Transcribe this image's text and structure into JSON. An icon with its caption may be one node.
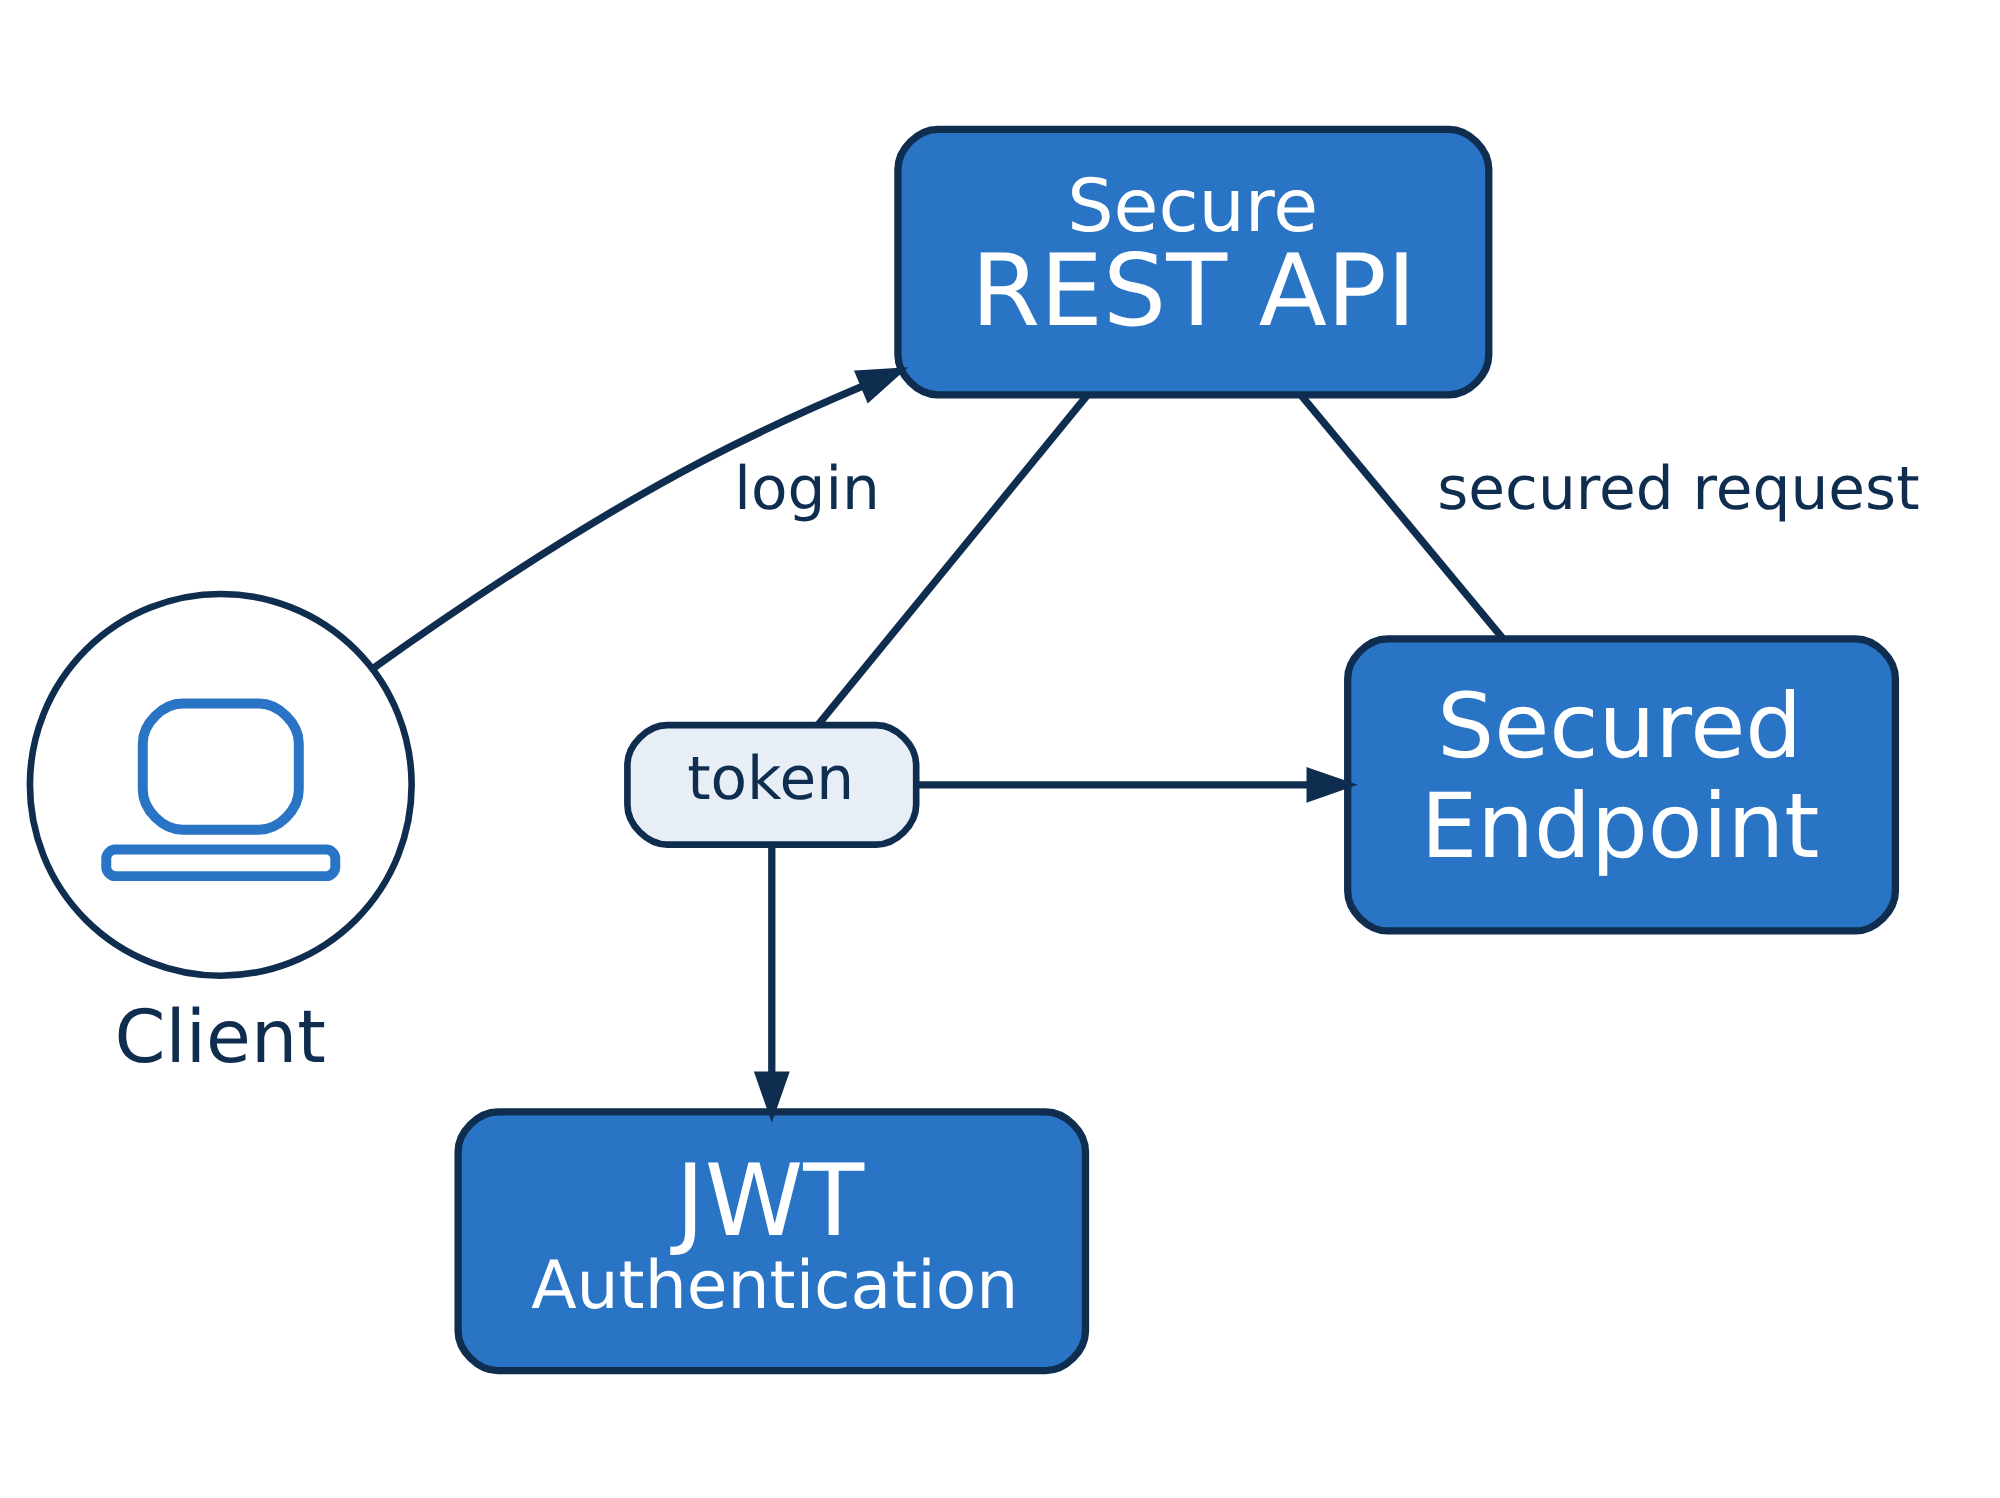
{
  "diagram": {
    "nodes": [
      {
        "text": [],
        "shape": "circle",
        "beside": [
          "Client"
        ]
      },
      {
        "text": [
          "Secure",
          "REST API"
        ]
      },
      {
        "text": [
          "token"
        ]
      },
      {
        "text": [
          "Secured Endpoint"
        ]
      },
      {
        "text": [
          "JWT",
          "Authentication"
        ]
      }
    ],
    "edges": [
      {
        "from": 0,
        "to": 1,
        "arrow": "to",
        "label": "login"
      },
      {
        "from": 1,
        "to": 3,
        "arrow": "none",
        "label": "secured request"
      },
      {
        "from": 1,
        "to": 2,
        "arrow": "none"
      },
      {
        "from": 2,
        "to": 4,
        "arrow": "to"
      },
      {
        "from": 2,
        "to": 3,
        "arrow": "to"
      }
    ]
  }
}
